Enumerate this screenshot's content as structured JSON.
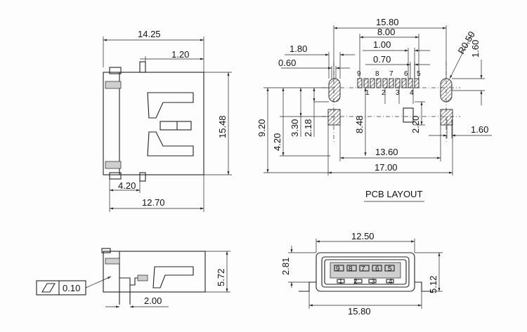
{
  "side_view": {
    "width": "14.25",
    "offset": "1.20",
    "height": "15.48",
    "pin_offset": "4.20",
    "depth": "12.70"
  },
  "pcb_layout": {
    "overall_width": "15.80",
    "pin_span": "8.00",
    "pitch_a": "1.00",
    "pitch_b": "0.70",
    "pad_width": "1.80",
    "pad_gap": "0.60",
    "radius": "R0.50",
    "right_offset": "1.60",
    "height_a": "9.20",
    "height_b": "4.20",
    "height_c": "3.30",
    "height_d": "2.18",
    "height_e": "8.48",
    "height_f": "2.20",
    "right_offset_b": "1.60",
    "inner_span": "13.60",
    "outer_span": "17.00",
    "pin_numbers_top": [
      "9",
      "8",
      "7",
      "6",
      "5"
    ],
    "pin_numbers_bottom": [
      "1",
      "2",
      "3",
      "4"
    ],
    "label": "PCB LAYOUT"
  },
  "bottom_side": {
    "height": "5.72",
    "flatness_value": "0.10",
    "offset": "2.00"
  },
  "front_view": {
    "opening_width": "12.50",
    "height_a": "2.81",
    "height_b": "5.12",
    "total_width": "15.80",
    "pin_numbers_top": [
      "9",
      "8",
      "7",
      "6",
      "5"
    ],
    "pin_numbers_bottom": [
      "1",
      "2",
      "3",
      "4"
    ]
  }
}
